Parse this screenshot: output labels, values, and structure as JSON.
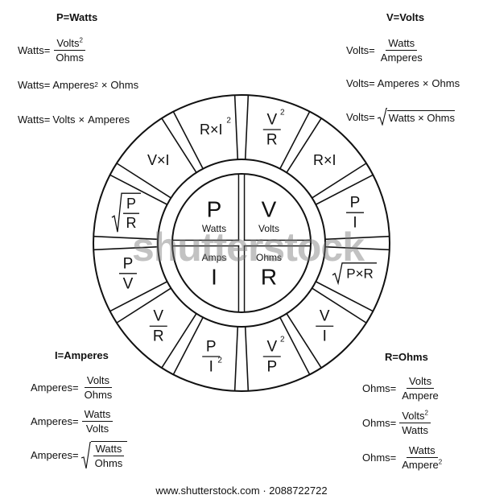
{
  "sections": {
    "power": {
      "title": "P=Watts",
      "eq1": {
        "lhs": "Watts=",
        "num": "Volts",
        "num_sup": "2",
        "den": "Ohms"
      },
      "eq2": {
        "lhs": "Watts=",
        "a": "Amperes",
        "a_sup": "2",
        "op": "×",
        "b": "Ohms"
      },
      "eq3": {
        "lhs": "Watts=",
        "a": "Volts",
        "op": "×",
        "b": "Amperes"
      }
    },
    "voltage": {
      "title": "V=Volts",
      "eq1": {
        "lhs": "Volts=",
        "num": "Watts",
        "den": "Amperes"
      },
      "eq2": {
        "lhs": "Volts=",
        "a": "Amperes",
        "op": "×",
        "b": "Ohms"
      },
      "eq3": {
        "lhs": "Volts=",
        "radicand": "Watts × Ohms"
      }
    },
    "current": {
      "title": "I=Amperes",
      "eq1": {
        "lhs": "Amperes=",
        "num": "Volts",
        "den": "Ohms"
      },
      "eq2": {
        "lhs": "Amperes=",
        "num": "Watts",
        "den": "Volts"
      },
      "eq3": {
        "lhs": "Amperes=",
        "num": "Watts",
        "den": "Ohms"
      }
    },
    "resistance": {
      "title": "R=Ohms",
      "eq1": {
        "lhs": "Ohms=",
        "num": "Volts",
        "den": "Ampere"
      },
      "eq2": {
        "lhs": "Ohms=",
        "num": "Volts",
        "num_sup": "2",
        "den": "Watts"
      },
      "eq3": {
        "lhs": "Ohms=",
        "num": "Watts",
        "den": "Ampere",
        "den_sup": "2"
      }
    }
  },
  "wheel": {
    "center": [
      {
        "letter": "P",
        "word": "Watts"
      },
      {
        "letter": "V",
        "word": "Volts"
      },
      {
        "letter": "I",
        "word": "Amps"
      },
      {
        "letter": "R",
        "word": "Ohms"
      }
    ],
    "segments": [
      {
        "kind": "frac",
        "num": "V",
        "num_sup": "2",
        "den": "R"
      },
      {
        "kind": "text",
        "text": "R×I"
      },
      {
        "kind": "frac",
        "num": "P",
        "den": "I"
      },
      {
        "kind": "sqrt",
        "radicand": "P×R"
      },
      {
        "kind": "frac",
        "num": "V",
        "den": "I"
      },
      {
        "kind": "frac",
        "num": "V",
        "num_sup": "2",
        "den": "P"
      },
      {
        "kind": "frac",
        "num": "P",
        "den": "I",
        "den_sup": "2"
      },
      {
        "kind": "frac",
        "num": "V",
        "den": "R"
      },
      {
        "kind": "frac",
        "num": "P",
        "den": "V"
      },
      {
        "kind": "sqrtfrac",
        "num": "P",
        "den": "R"
      },
      {
        "kind": "text",
        "text": "V×I"
      },
      {
        "kind": "text",
        "text": "R×I",
        "sup": "2"
      }
    ]
  },
  "watermark": "shutterstock",
  "footer": "www.shutterstock.com · 2088722722"
}
